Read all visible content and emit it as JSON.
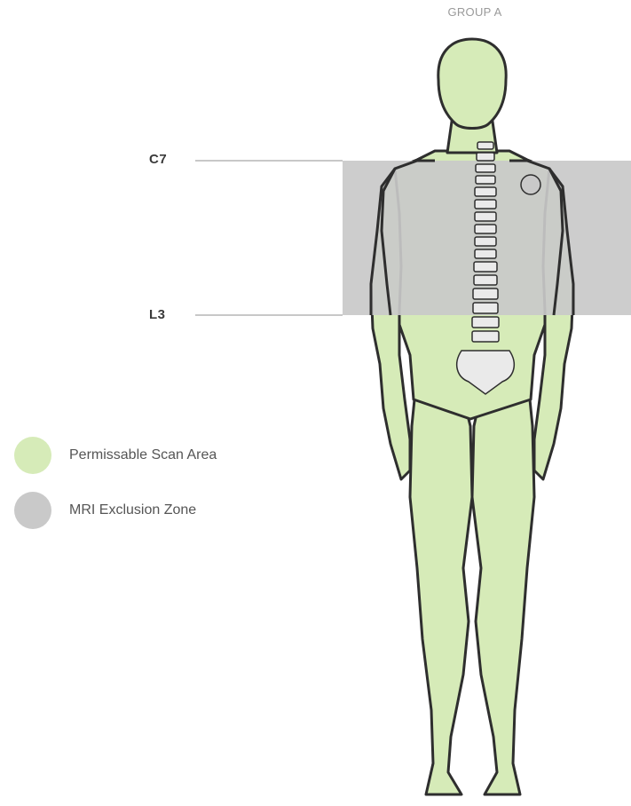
{
  "title": "GROUP A",
  "levels": {
    "upper": "C7",
    "lower": "L3"
  },
  "legend": [
    {
      "label": "Permissable Scan Area",
      "color": "#d6ebb8"
    },
    {
      "label": "MRI Exclusion Zone",
      "color": "#c9c9c9"
    }
  ],
  "colors": {
    "body": "#d6ebb8",
    "exclusion": "#c9c9c9",
    "outline": "#2e2e2e",
    "line": "#b5b5b5"
  }
}
